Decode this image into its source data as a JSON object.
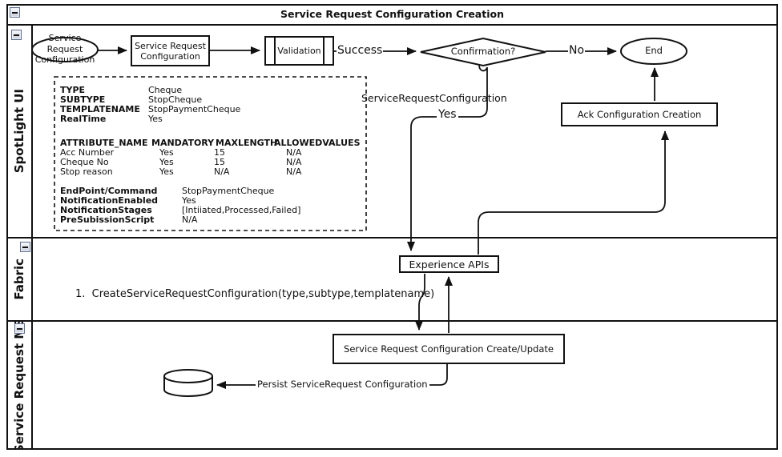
{
  "window": {
    "title": "Service Request Configuration Creation"
  },
  "icons": {
    "collapse": "minus-square-icon",
    "database": "database-cylinder-icon"
  },
  "lanes": [
    {
      "label": "SpotLight UI"
    },
    {
      "label": "Fabric"
    },
    {
      "label": "Service Request MS"
    }
  ],
  "flow": {
    "start_node": "Service\nRequest\nConfiguration",
    "src_config_box": "Service Request\nConfiguration",
    "validation_box": "Validation",
    "confirmation_diamond": "Confirmation?",
    "end_node": "End",
    "ack_box": "Ack Configuration Creation",
    "experience_apis_box": "Experience APIs",
    "create_update_box": "Service Request Configuration Create/Update",
    "labels": {
      "success": "Success",
      "no": "No",
      "yes": "Yes",
      "payload": "ServiceRequestConfiguration",
      "persist": "Persist ServiceRequest Configuration",
      "fabric_call": "1.  CreateServiceRequestConfiguration(type,subtype,templatename)"
    }
  },
  "note": {
    "fields": [
      {
        "label": "TYPE",
        "value": "Cheque"
      },
      {
        "label": "SUBTYPE",
        "value": "StopCheque"
      },
      {
        "label": "TEMPLATENAME",
        "value": "StopPaymentCheque"
      },
      {
        "label": "RealTime",
        "value": "Yes"
      }
    ],
    "attributes": {
      "headers": [
        "ATTRIBUTE_NAME",
        "MANDATORY",
        "MAXLENGTH",
        "ALLOWEDVALUES"
      ],
      "rows": [
        [
          "Acc Number",
          "Yes",
          "15",
          "N/A"
        ],
        [
          "Cheque No",
          "Yes",
          "15",
          "N/A"
        ],
        [
          "Stop reason",
          "Yes",
          "N/A",
          "N/A"
        ]
      ]
    },
    "endpoint_fields": [
      {
        "label": "EndPoint/Command",
        "value": "StopPaymentCheque"
      },
      {
        "label": "NotificationEnabled",
        "value": "Yes"
      },
      {
        "label": "NotificationStages",
        "value": "[Intiiated,Processed,Failed]"
      },
      {
        "label": "PreSubissionScript",
        "value": "N/A"
      }
    ]
  }
}
